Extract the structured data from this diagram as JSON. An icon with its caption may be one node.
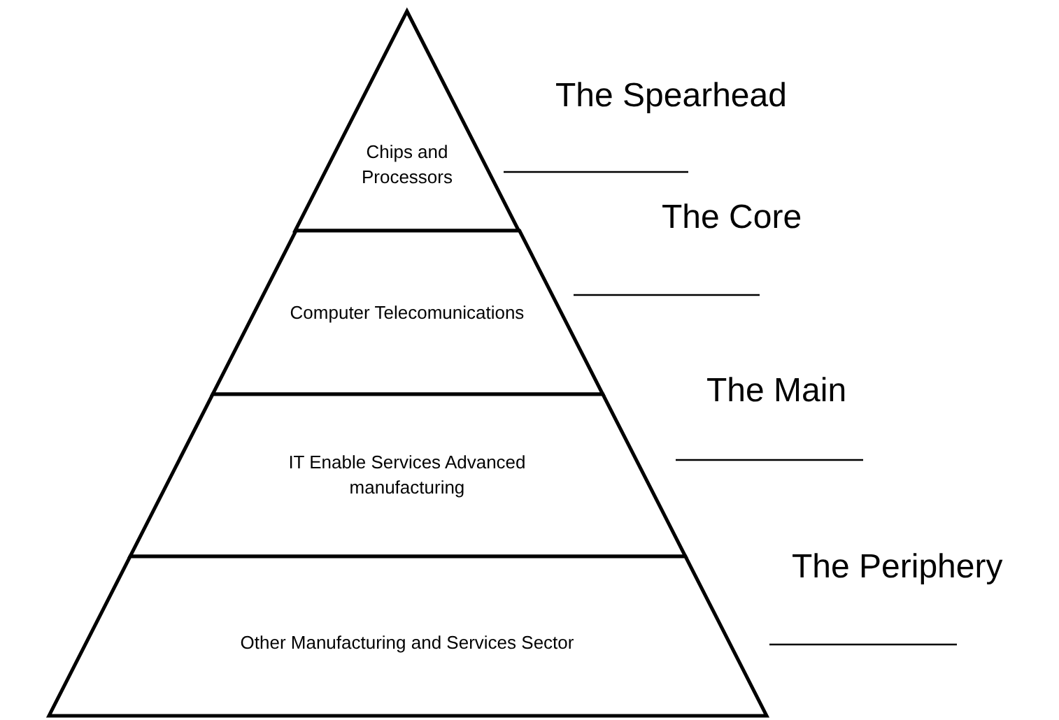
{
  "diagram": {
    "nodes": [
      {
        "text": [
          "Chips and Processors"
        ]
      },
      {
        "text": [
          "Computer Telecomunications"
        ]
      },
      {
        "text": [
          "IT Enable Services Advanced manufacturing"
        ]
      },
      {
        "text": [
          "Other Manufacturing and Services Sector"
        ]
      }
    ],
    "labels": [
      "The Spearhead",
      "The Core",
      "The Main",
      "The Periphery"
    ]
  }
}
